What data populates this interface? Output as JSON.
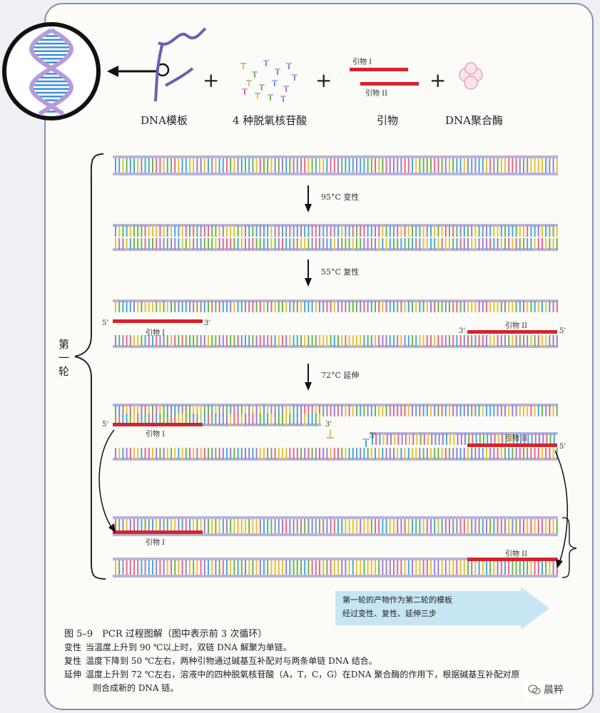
{
  "components": {
    "dna_template": "DNA模板",
    "nucleotides": "4 种脱氧核苷酸",
    "primers": "引物",
    "polymerase": "DNA聚合酶",
    "primer1_short": "引物 I",
    "primer2_short": "引物 II",
    "plus": "+"
  },
  "steps": {
    "denature": "95°C 变性",
    "anneal": "55°C 复性",
    "extend": "72°C 延伸"
  },
  "strand_labels": {
    "five": "5'",
    "three": "3'",
    "primer1": "引物 I",
    "primer2": "引物 II"
  },
  "round_label": [
    "第",
    "一",
    "轮"
  ],
  "next_round": {
    "line1": "第一轮的产物作为第二轮的模板",
    "line2": "经过变性、复性、延伸三步"
  },
  "caption": {
    "title": "图 5–9　PCR 过程图解（图中表示前 3 次循环）",
    "denature_term": "变性",
    "denature_text": "当温度上升到 90 ℃以上时，双链 DNA 解聚为单链。",
    "anneal_term": "复性",
    "anneal_text": "温度下降到 50 ℃左右，两种引物通过碱基互补配对与两条单链 DNA 结合。",
    "extend_term": "延伸",
    "extend_text": "温度上升到 72 ℃左右，溶液中的四种脱氧核苷酸（A，T，C，G）在DNA 聚合酶的作用下，根据碱基互补配对原",
    "extend_text2": "则合成新的 DNA 链。"
  },
  "watermark": "晨粹",
  "colors": {
    "backbone": "#b8b4dc",
    "primer": "#d8222c",
    "base_palette": [
      "#e8c23a",
      "#6fb44a",
      "#4aa7d8",
      "#e06a8c",
      "#9b7fd1"
    ],
    "frame": "#8a8fb0",
    "next_box": "#bfe3f3"
  },
  "icons": [
    "dna-helix-icon",
    "magnifier-circle-icon",
    "nucleotide-cluster-icon",
    "polymerase-icon",
    "down-arrow-icon",
    "curved-arrow-icon",
    "right-arrow-icon"
  ]
}
